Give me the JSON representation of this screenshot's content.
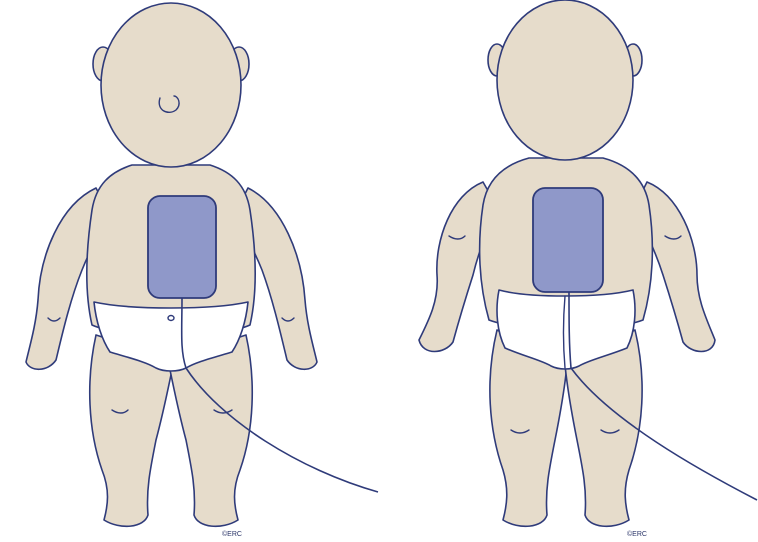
{
  "figures": [
    {
      "view": "front",
      "credit": "©ERC"
    },
    {
      "view": "back",
      "credit": "©ERC"
    }
  ],
  "colors": {
    "skin": "#e6dccb",
    "outline": "#2f3b7a",
    "pad": "#8f98c9",
    "diaper": "#ffffff",
    "background": "#ffffff"
  }
}
